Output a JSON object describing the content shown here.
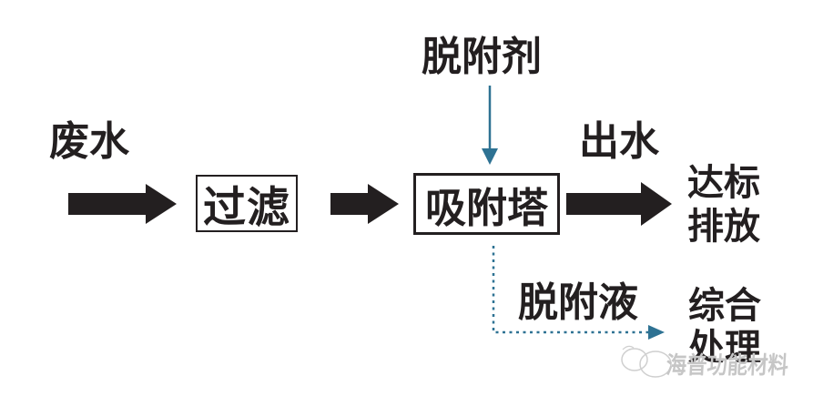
{
  "diagram": {
    "labels": {
      "wastewater": "废水",
      "desorbent": "脱附剂",
      "effluent": "出水",
      "discharge": "达标\n排放",
      "desorption_liquid": "脱附液",
      "treatment": "综合\n处理"
    },
    "boxes": {
      "filter": "过滤",
      "adsorption_tower": "吸附塔"
    },
    "watermark": {
      "text": "海普功能材料"
    },
    "icons": {
      "thick_flow_arrows": "right-arrow-icon",
      "desorbent_feed": "down-arrow-icon",
      "desorption_drain": "dashed-elbow-arrow-icon",
      "watermark_logo": "bubble-logo-icon"
    },
    "colors": {
      "ink": "#231f20",
      "accent_blue": "#2e7293",
      "watermark_gray": "#c6c6c6",
      "background": "#ffffff"
    }
  }
}
